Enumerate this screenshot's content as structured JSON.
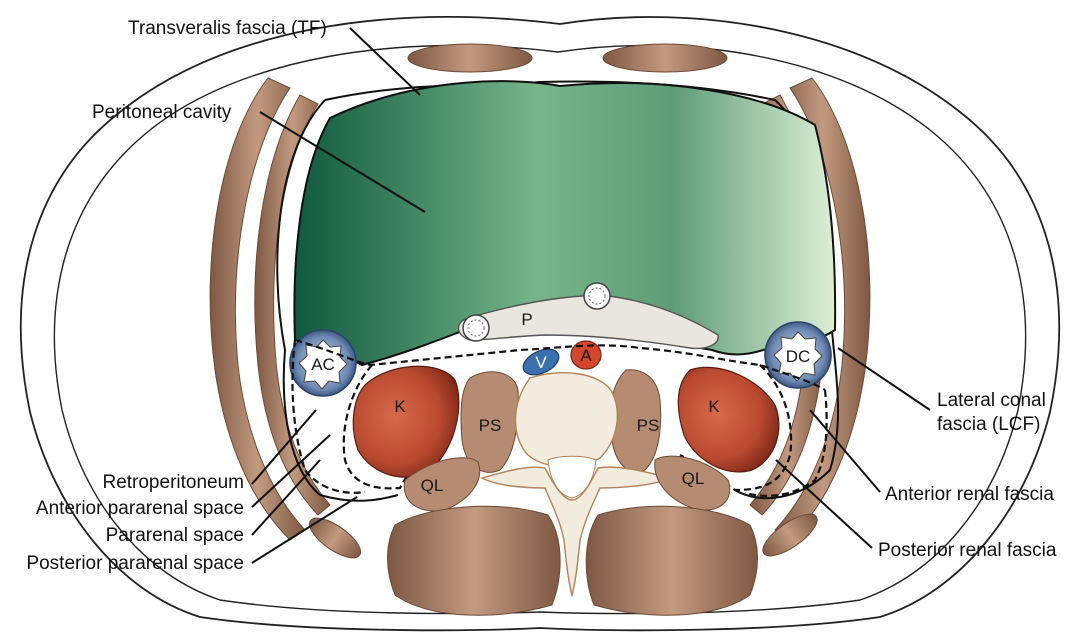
{
  "labels": {
    "transversalis_fascia": "Transveralis fascia (TF)",
    "peritoneal_cavity": "Peritoneal cavity",
    "lateral_conal_fascia_line1": "Lateral conal",
    "lateral_conal_fascia_line2": "fascia (LCF)",
    "retroperitoneum": "Retroperitoneum",
    "anterior_pararenal_space": "Anterior pararenal space",
    "pararenal_space": "Pararenal space",
    "posterior_pararenal_space": "Posterior pararenal space",
    "anterior_renal_fascia": "Anterior renal fascia",
    "posterior_renal_fascia": "Posterior renal fascia"
  },
  "structures": {
    "ascending_colon": "AC",
    "descending_colon": "DC",
    "pancreas": "P",
    "vein": "V",
    "aorta": "A",
    "left_kidney": "K",
    "right_kidney": "K",
    "left_psoas": "PS",
    "right_psoas": "PS",
    "left_quadratus": "QL",
    "right_quadratus": "QL"
  },
  "colors": {
    "peritoneal_dark": "#0f5a3e",
    "peritoneal_mid": "#77b58b",
    "peritoneal_light": "#dcefd6",
    "muscle": "#a27a62",
    "kidney": "#b94a30",
    "aorta": "#d2472e",
    "vein": "#3a6fb0",
    "colon": "#4d6a94",
    "vertebra": "#f2ecdf"
  }
}
